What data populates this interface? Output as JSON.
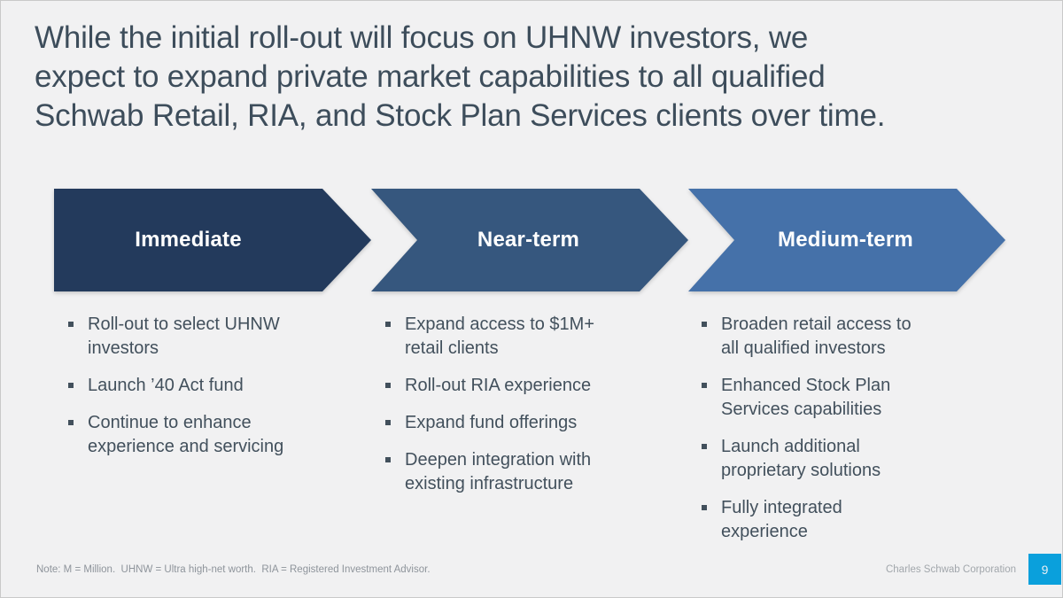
{
  "slide": {
    "background": "#f1f1f2",
    "title_lines": [
      "While the initial roll-out will focus on UHNW investors, we",
      "expect to expand private market capabilities to all qualified",
      "Schwab Retail, RIA, and Stock Plan Services clients over time."
    ],
    "title_color": "#3d4d5b"
  },
  "stages": [
    {
      "label": "Immediate",
      "arrow_color": "#233a5c",
      "bullets": [
        "Roll-out to select UHNW investors",
        "Launch ’40 Act fund",
        "Continue to enhance experience and servicing"
      ]
    },
    {
      "label": "Near-term",
      "arrow_color": "#36577e",
      "bullets": [
        "Expand access to $1M+ retail clients",
        "Roll-out RIA experience",
        "Expand fund offerings",
        "Deepen integration with existing infrastructure"
      ]
    },
    {
      "label": "Medium-term",
      "arrow_color": "#4571a9",
      "bullets": [
        "Broaden retail access to all qualified investors",
        "Enhanced Stock Plan Services capabilities",
        "Launch additional proprietary solutions",
        "Fully integrated experience"
      ]
    }
  ],
  "footer": {
    "note": "Note: M = Million.  UHNW = Ultra high-net worth.  RIA = Registered Investment Advisor.",
    "company": "Charles Schwab Corporation",
    "page_number": "9",
    "page_box_color": "#0aa0dc"
  }
}
